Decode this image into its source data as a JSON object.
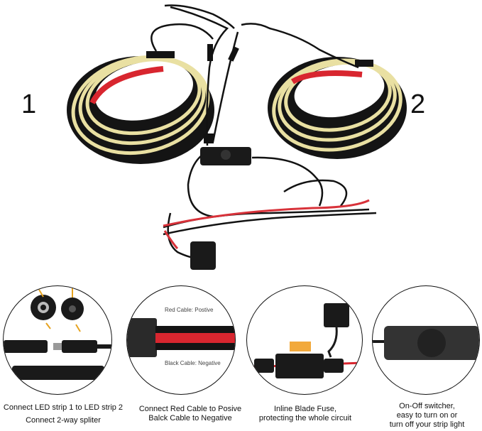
{
  "main_image": {
    "strip_labels": [
      "1",
      "2"
    ],
    "colors": {
      "strip_black": "#141414",
      "strip_yellow": "#e9e0a2",
      "adhesive_red": "#d8262f",
      "cable_black": "#121212",
      "cable_red": "#d8323a"
    }
  },
  "details": [
    {
      "id": "connector",
      "caption_lines": [
        "Connect LED strip 1 to LED strip 2",
        "Connect 2-way spliter"
      ],
      "annotations": []
    },
    {
      "id": "cable",
      "caption_lines": [
        "Connect Red Cable to Posive",
        "Balck Cable to Negative"
      ],
      "annotations": [
        "Red Cable: Postive",
        "Black Cable: Negative"
      ]
    },
    {
      "id": "fuse",
      "caption_lines": [
        "Inline Blade Fuse,",
        "protecting the whole circuit"
      ],
      "annotations": []
    },
    {
      "id": "switch",
      "caption_lines": [
        "On-Off switcher,",
        "easy to turn on or",
        "turn off your strip light"
      ],
      "annotations": []
    }
  ]
}
